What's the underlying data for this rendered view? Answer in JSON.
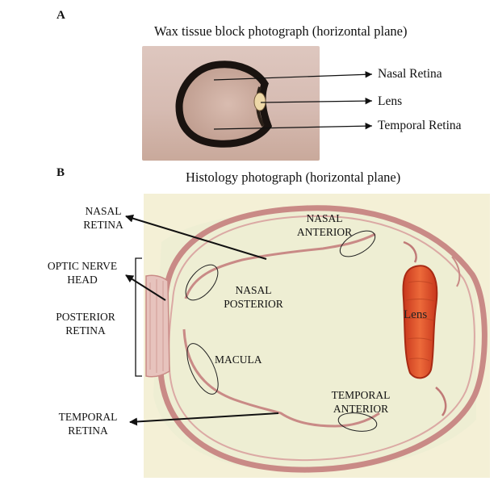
{
  "panel_a": {
    "letter": "A",
    "title": "Wax tissue block photograph (horizontal plane)",
    "labels": {
      "nasal_retina": "Nasal Retina",
      "lens": "Lens",
      "temporal_retina": "Temporal Retina"
    }
  },
  "panel_b": {
    "letter": "B",
    "title": "Histology photograph (horizontal plane)",
    "left_labels": {
      "nasal_retina_1": "NASAL",
      "nasal_retina_2": "RETINA",
      "optic_nerve_1": "OPTIC NERVE",
      "optic_nerve_2": "HEAD",
      "posterior_1": "POSTERIOR",
      "posterior_2": "RETINA",
      "temporal_1": "TEMPORAL",
      "temporal_2": "RETINA"
    },
    "region_labels": {
      "nasal_anterior_1": "NASAL",
      "nasal_anterior_2": "ANTERIOR",
      "nasal_posterior_1": "NASAL",
      "nasal_posterior_2": "POSTERIOR",
      "macula": "MACULA",
      "temporal_anterior_1": "TEMPORAL",
      "temporal_anterior_2": "ANTERIOR",
      "lens": "Lens"
    }
  },
  "colors": {
    "tissue_pink": "#c98a86",
    "lens_red": "#e0502a",
    "histology_bg": "#f4f0d6"
  }
}
